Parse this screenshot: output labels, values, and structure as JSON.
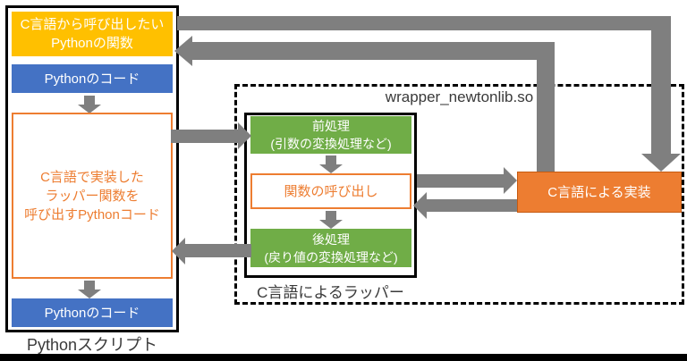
{
  "colors": {
    "gold": "#FFC000",
    "blue": "#4472C4",
    "green": "#70AD47",
    "orange": "#ED7D31",
    "arrow_gray": "#7F7F7F",
    "frame_black": "#000000"
  },
  "python_script": {
    "caption": "Pythonスクリプト",
    "target_function": {
      "line1": "C言語から呼び出したい",
      "line2": "Pythonの関数"
    },
    "python_code_top": "Pythonのコード",
    "wrapper_caller": {
      "line1": "C言語で実装した",
      "line2": "ラッパー関数を",
      "line3": "呼び出すPythonコード"
    },
    "python_code_bottom": "Pythonのコード"
  },
  "shared_library": {
    "caption": "wrapper_newtonlib.so",
    "wrapper": {
      "caption": "C言語によるラッパー",
      "preprocess": {
        "line1": "前処理",
        "line2": "(引数の変換処理など)"
      },
      "function_call": "関数の呼び出し",
      "postprocess": {
        "line1": "後処理",
        "line2": "(戻り値の変換処理など)"
      }
    },
    "implementation": "C言語による実装"
  }
}
